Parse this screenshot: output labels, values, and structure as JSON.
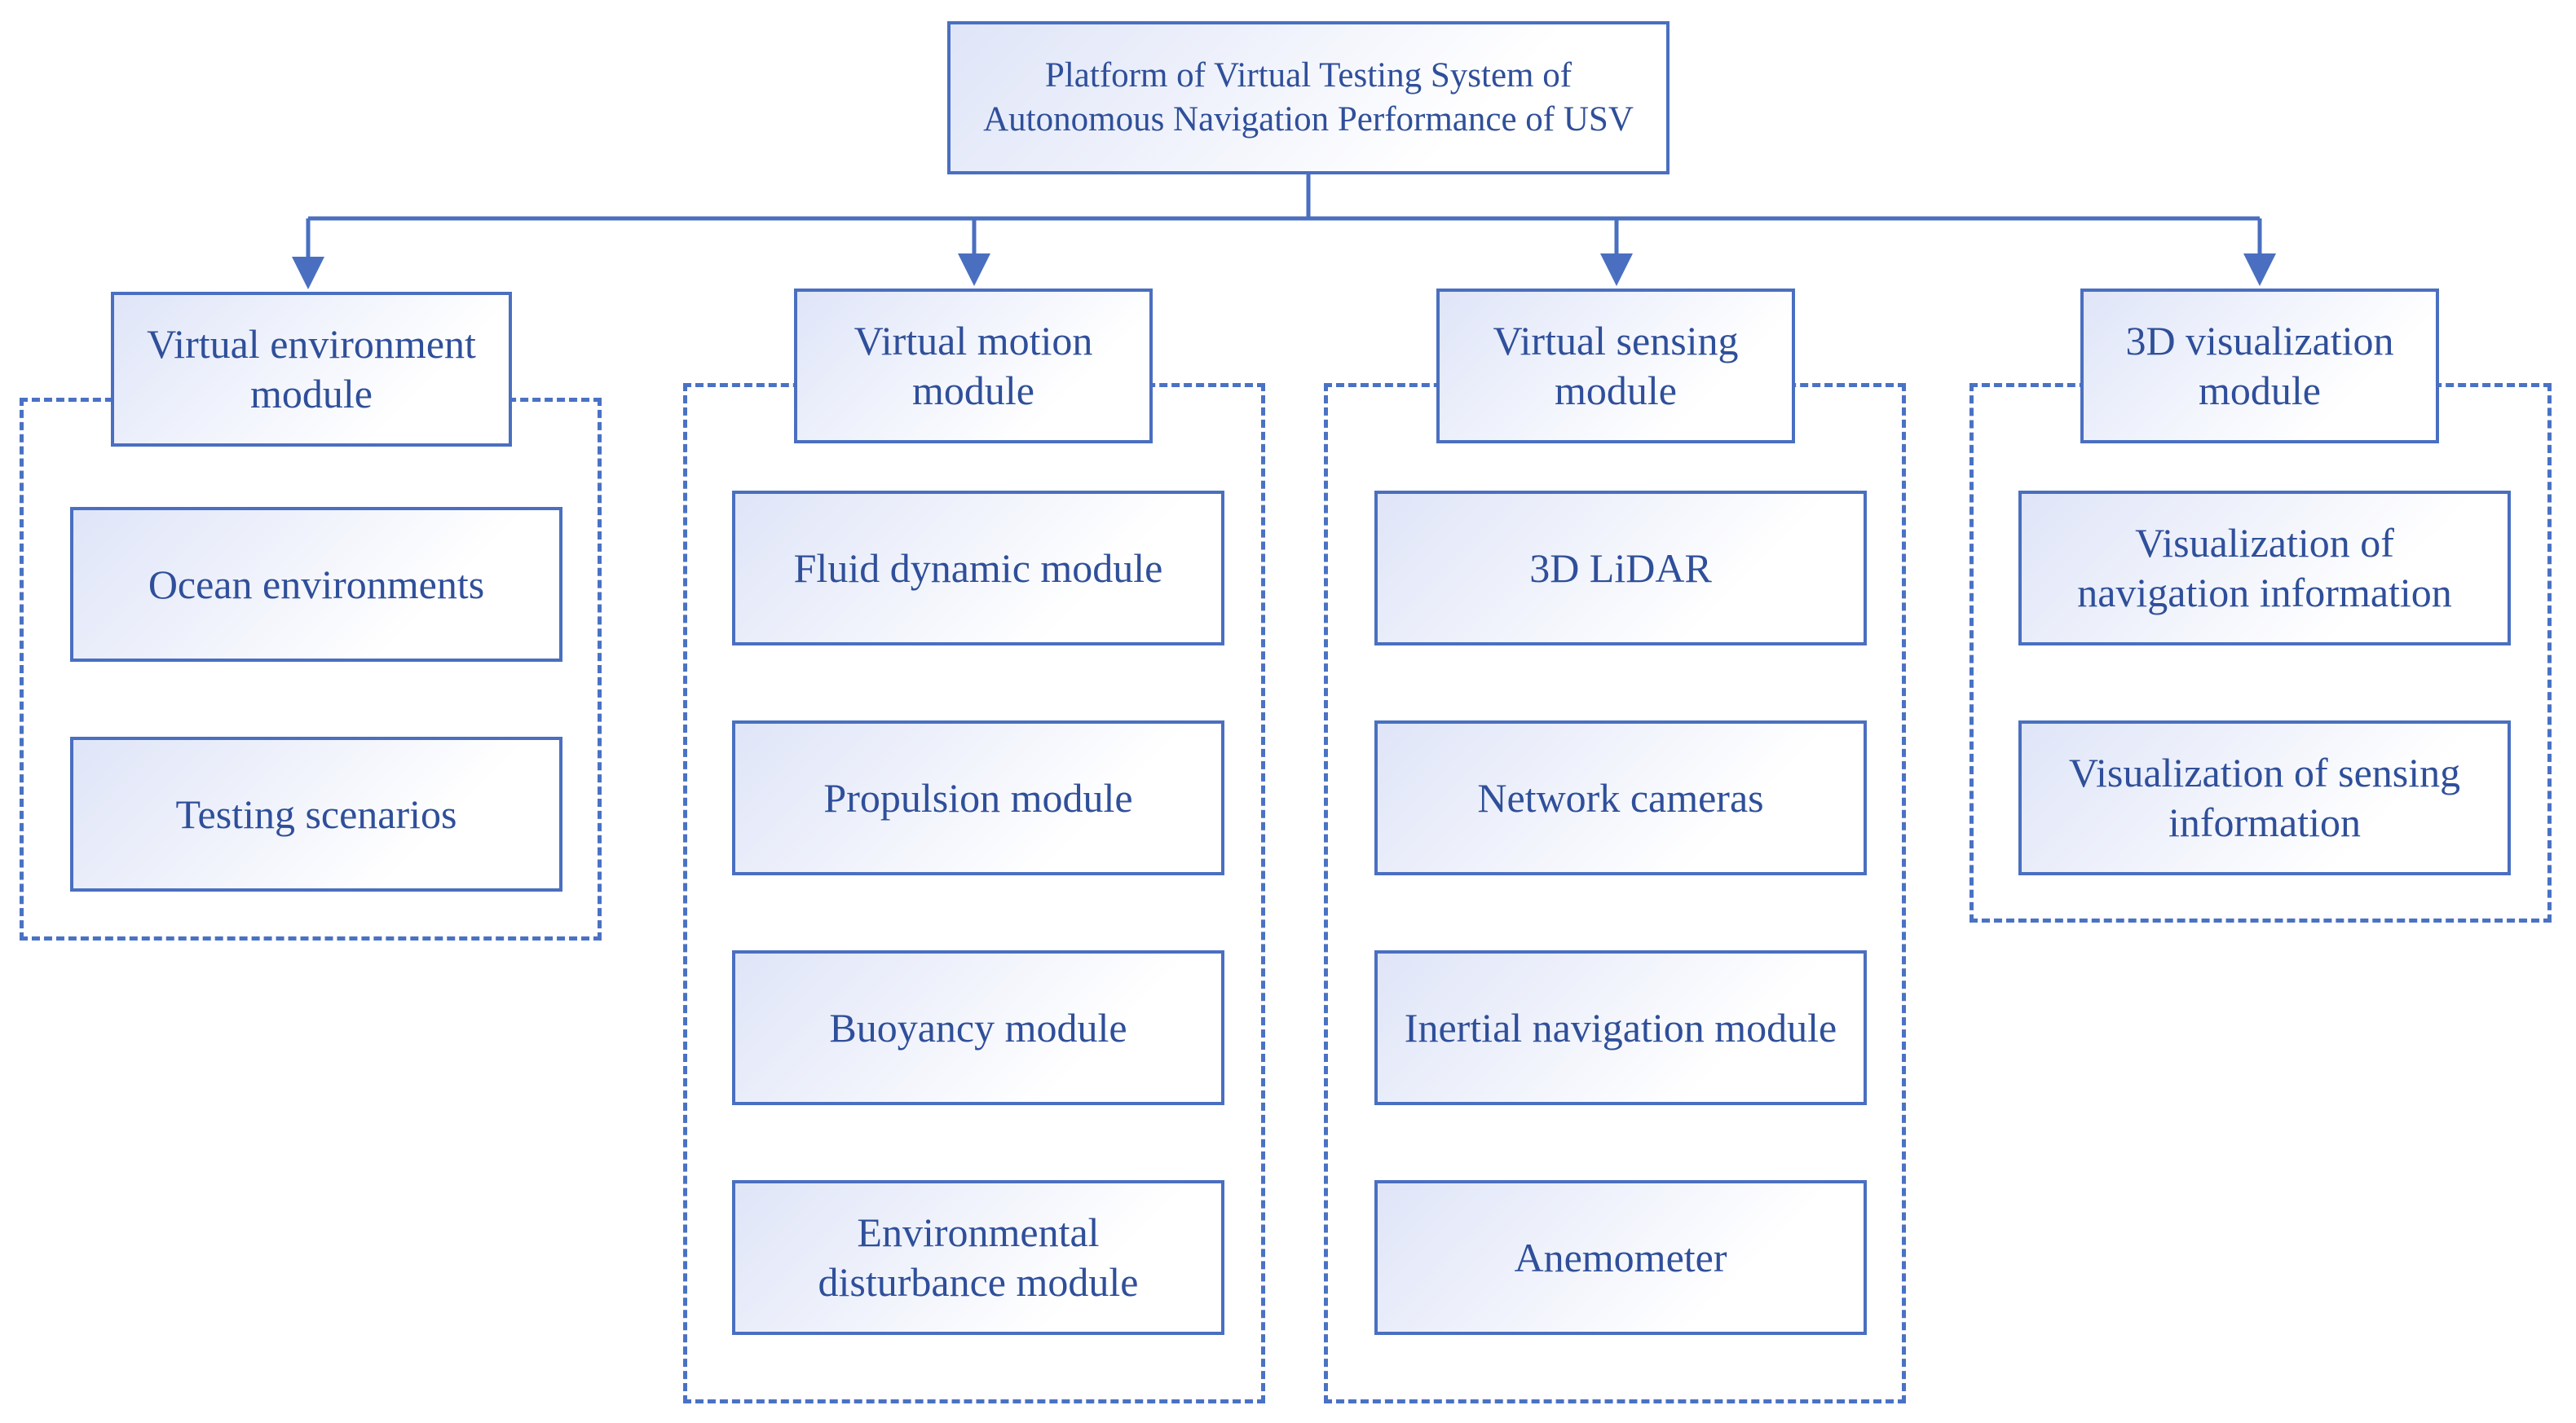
{
  "root": {
    "label": "Platform of Virtual Testing System of\nAutonomous Navigation Performance of USV"
  },
  "categories": [
    {
      "label": "Virtual environment\nmodule",
      "children": [
        "Ocean environments",
        "Testing scenarios"
      ]
    },
    {
      "label": "Virtual motion\nmodule",
      "children": [
        "Fluid dynamic module",
        "Propulsion module",
        "Buoyancy module",
        "Environmental\ndisturbance module"
      ]
    },
    {
      "label": "Virtual sensing\nmodule",
      "children": [
        "3D LiDAR",
        "Network cameras",
        "Inertial navigation module",
        "Anemometer"
      ]
    },
    {
      "label": "3D visualization\nmodule",
      "children": [
        "Visualization of\nnavigation  information",
        "Visualization of sensing\ninformation"
      ]
    }
  ],
  "colors": {
    "stroke": "#4a6fc0",
    "text": "#2f4f9a",
    "fill_start": "#dfe5f8",
    "fill_end": "#ffffff"
  }
}
